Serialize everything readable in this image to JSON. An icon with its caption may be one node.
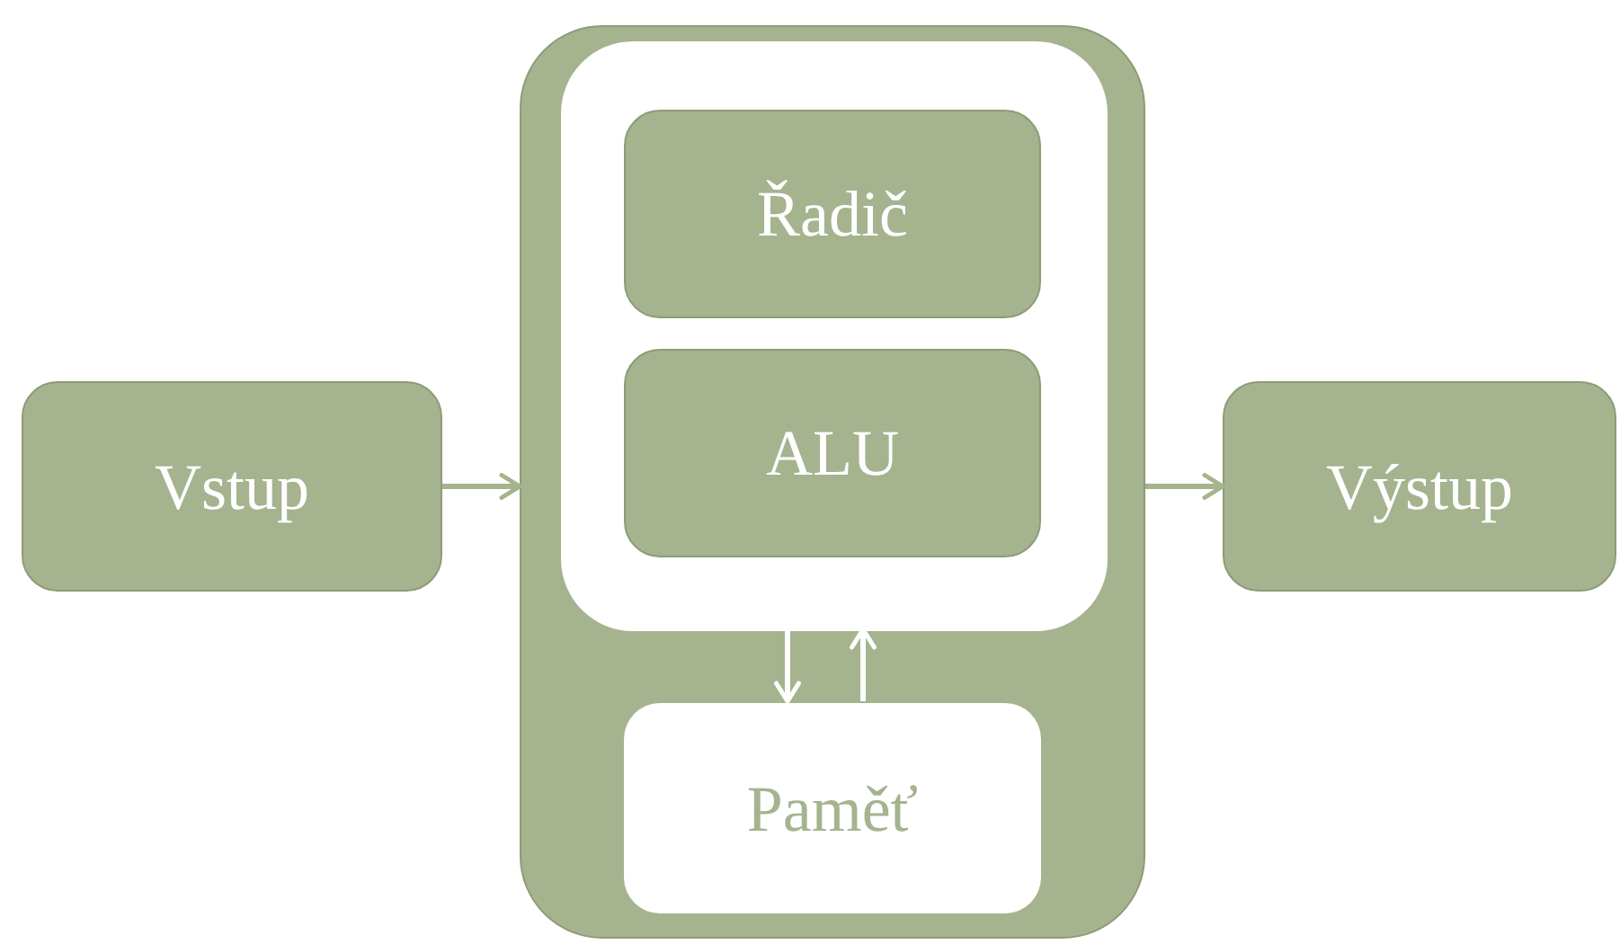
{
  "diagram": {
    "nodes": [
      {
        "text": [
          "Vstup"
        ]
      },
      {
        "text": [],
        "shape": "box"
      },
      {
        "text": [],
        "shape": "box",
        "in": 1
      },
      {
        "text": [
          "Řadič"
        ],
        "in": 2
      },
      {
        "text": [
          "ALU"
        ],
        "in": 2
      },
      {
        "text": [
          "Paměť"
        ],
        "in": 1
      },
      {
        "text": [
          "Výstup"
        ]
      }
    ],
    "edges": [
      {
        "from": 0,
        "to": 1,
        "arrow": "to"
      },
      {
        "from": 2,
        "to": 5,
        "arrow": "to",
        "color": "#ffffff"
      },
      {
        "from": 5,
        "to": 2,
        "arrow": "to",
        "color": "#ffffff"
      },
      {
        "from": 1,
        "to": 6,
        "arrow": "to"
      }
    ]
  }
}
